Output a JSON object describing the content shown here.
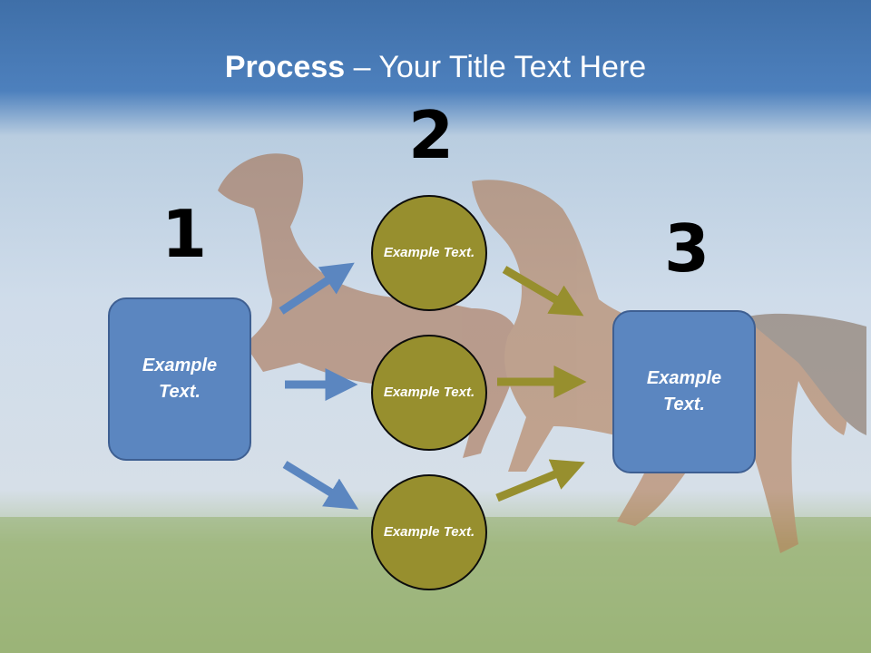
{
  "title": {
    "bold": "Process",
    "rest": " – Your Title Text Here"
  },
  "steps": {
    "one": "1",
    "two": "2",
    "three": "3"
  },
  "left_box": {
    "text": "Example Text."
  },
  "right_box": {
    "text": "Example Text."
  },
  "circles": [
    {
      "text": "Example Text."
    },
    {
      "text": "Example Text."
    },
    {
      "text": "Example Text."
    }
  ],
  "colors": {
    "box": "#5b86c0",
    "circle": "#978f2e",
    "arrow_blue": "#5b86c0",
    "arrow_olive": "#978f2e",
    "title_band": "#4a7ab8"
  }
}
